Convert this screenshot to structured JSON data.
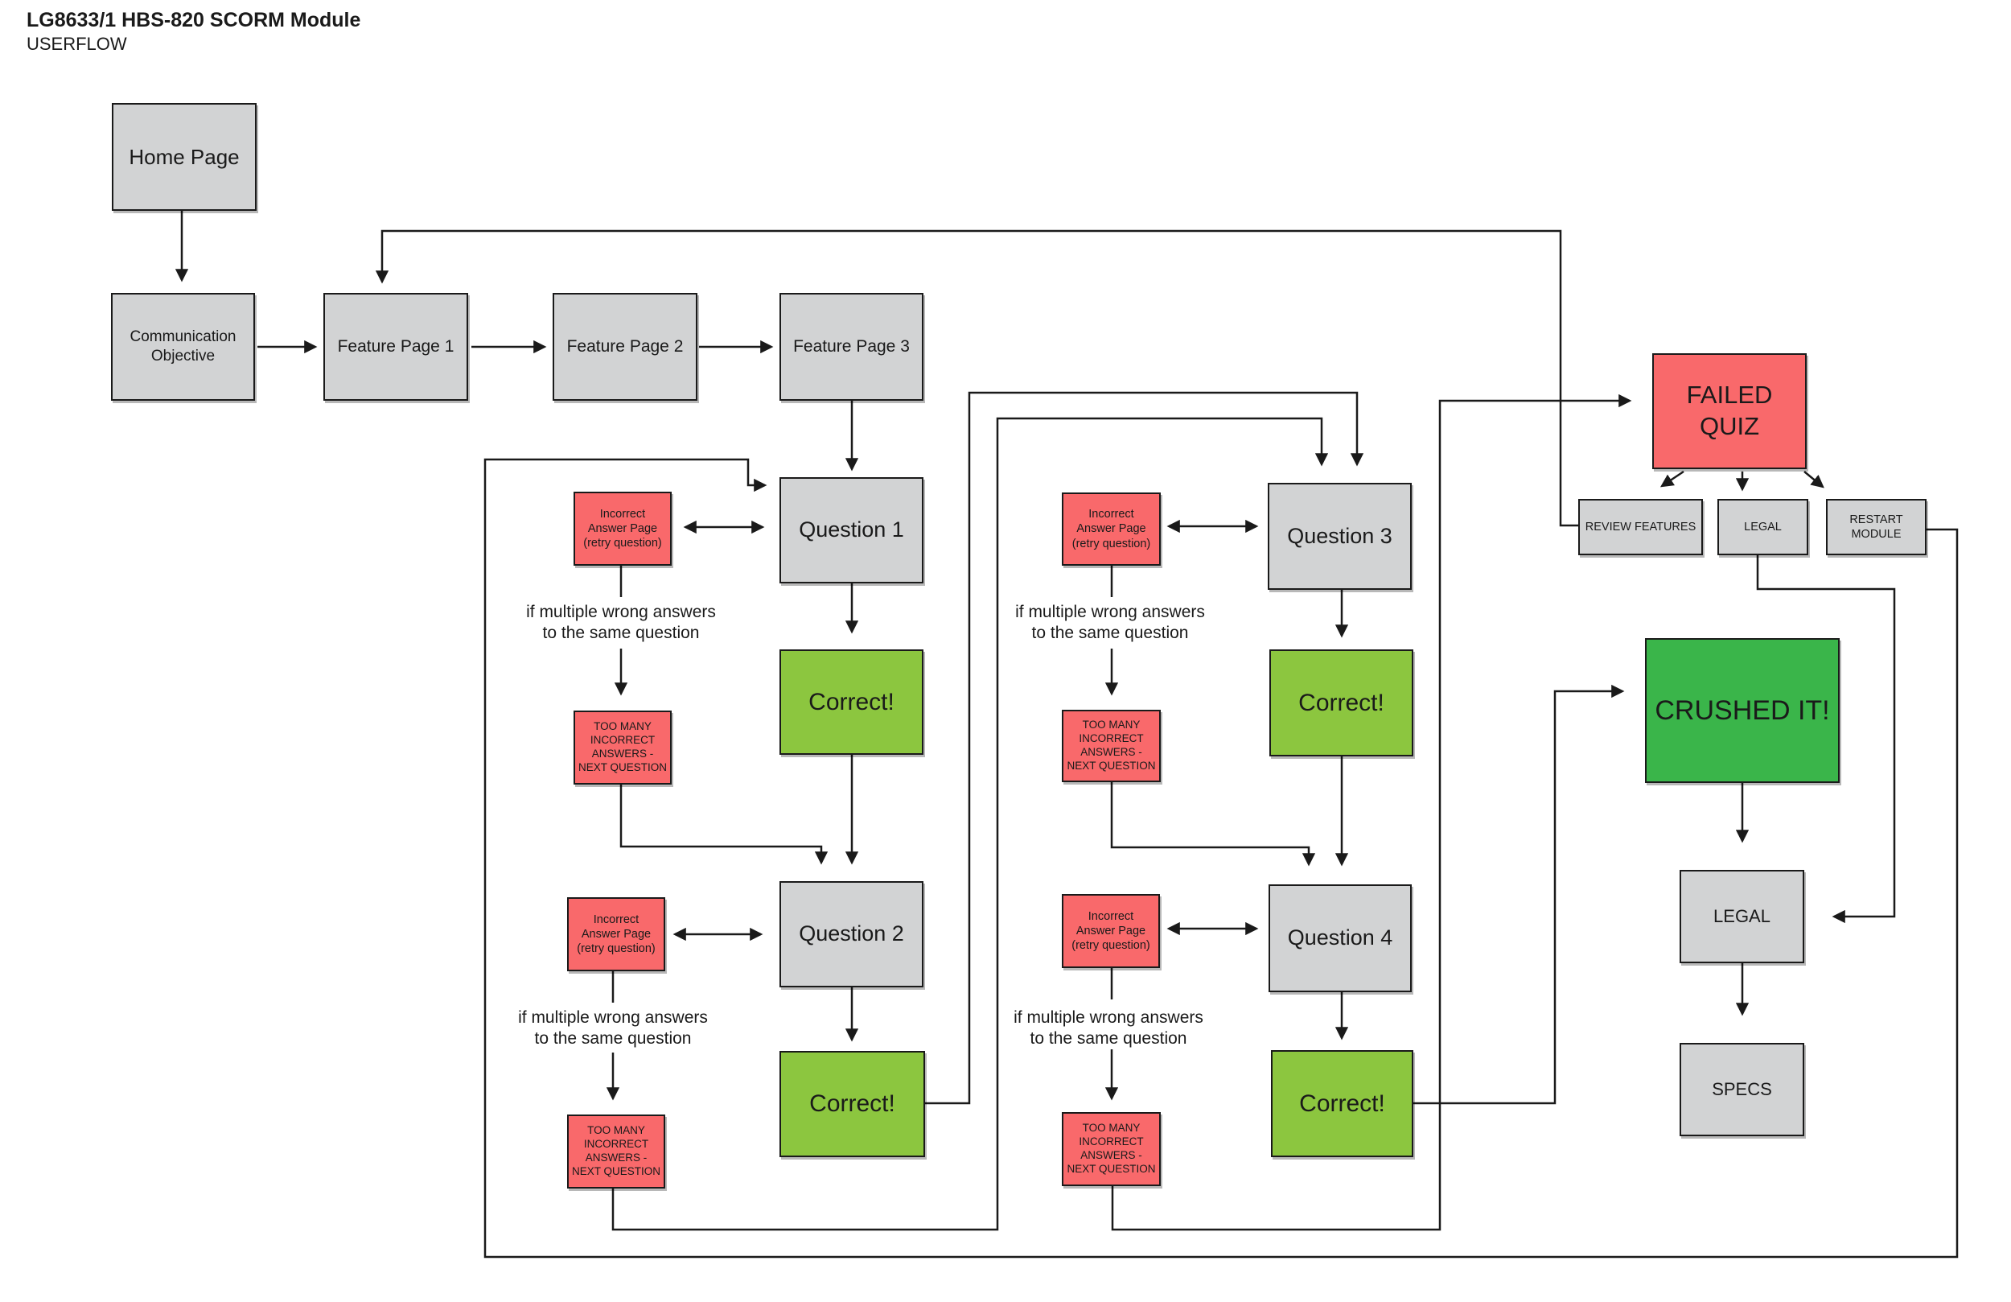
{
  "header": {
    "title": "LG8633/1 HBS-820 SCORM Module",
    "subtitle": "USERFLOW"
  },
  "colors": {
    "box_gray": "#d2d3d4",
    "box_red": "#f9696b",
    "box_green_light": "#8cc63f",
    "box_green_dark": "#3ab54a",
    "line": "#1a1a1a",
    "background": "#ffffff"
  },
  "nodes": {
    "home_page": "Home Page",
    "communication_objective": "Communication\nObjective",
    "feature_page_1": "Feature Page 1",
    "feature_page_2": "Feature Page 2",
    "feature_page_3": "Feature Page 3",
    "question_1": "Question 1",
    "question_2": "Question 2",
    "question_3": "Question 3",
    "question_4": "Question 4",
    "correct": "Correct!",
    "incorrect_answer_page": "Incorrect\nAnswer Page\n(retry question)",
    "too_many_incorrect": "TOO MANY\nINCORRECT\nANSWERS -\nNEXT QUESTION",
    "failed_quiz": "FAILED QUIZ",
    "review_features": "REVIEW FEATURES",
    "legal_option": "LEGAL",
    "restart_module": "RESTART\nMODULE",
    "crushed_it": "CRUSHED IT!",
    "legal": "LEGAL",
    "specs": "SPECS"
  },
  "annotations": {
    "multiple_wrong": "if multiple wrong answers\nto the same question"
  }
}
